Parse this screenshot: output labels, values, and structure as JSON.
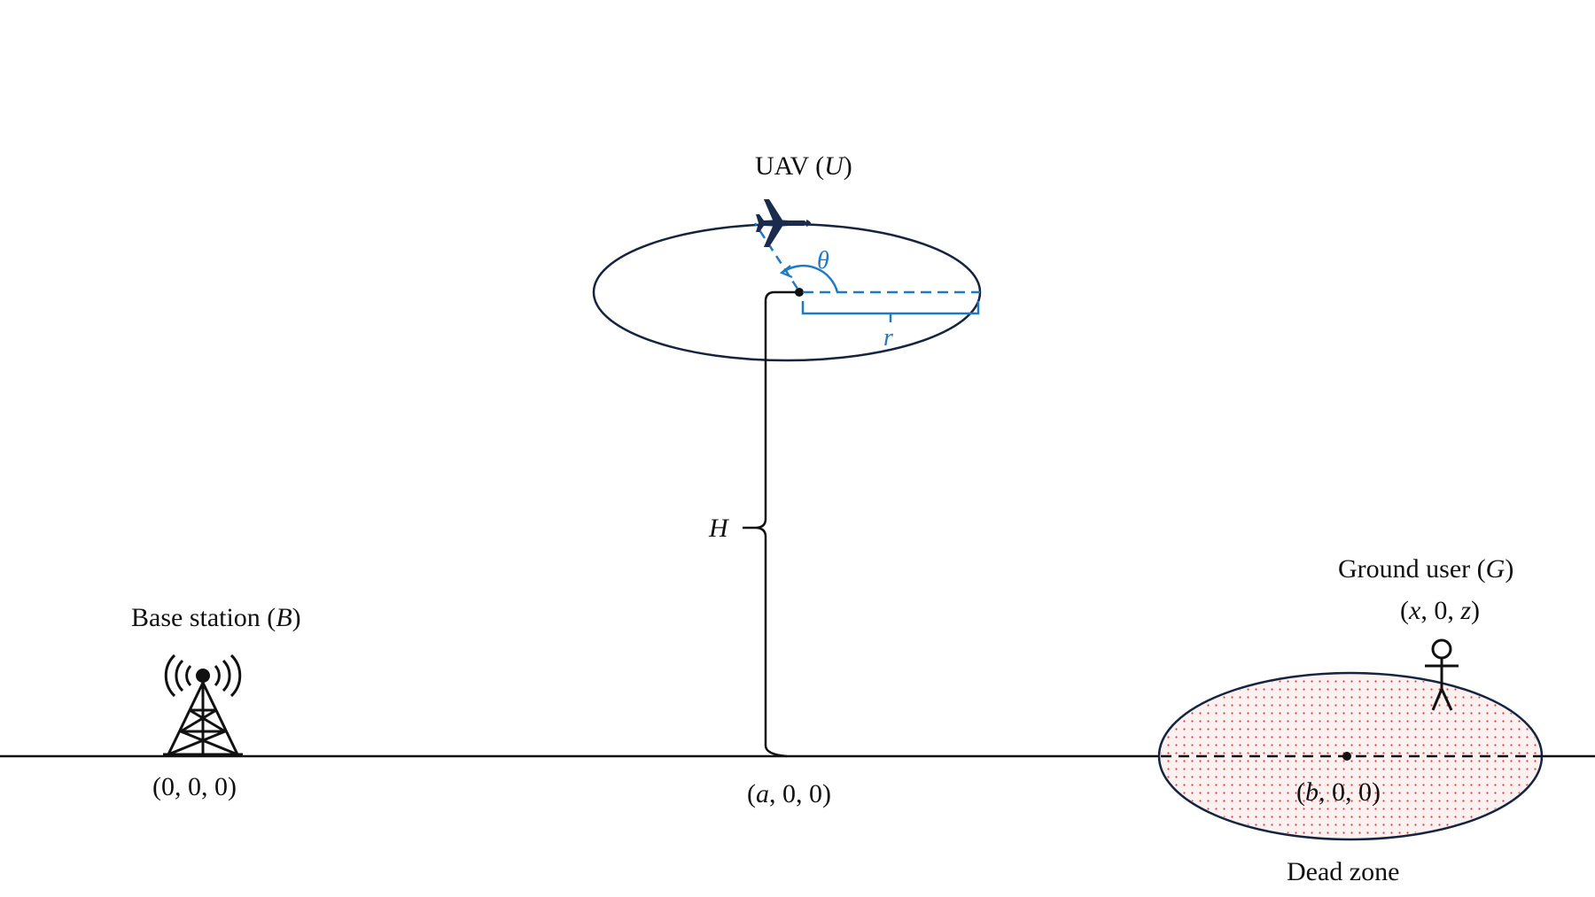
{
  "colors": {
    "ink": "#111111",
    "orbit": "#15243f",
    "accent": "#1f7ac6",
    "uav": "#1b2b4d",
    "deadzone_fill": "#fbf1f1",
    "deadzone_dots": "#e23b3b"
  },
  "icons": {
    "uav": "airplane-icon",
    "base_station": "radio-tower-icon",
    "ground_user": "person-icon"
  },
  "labels": {
    "uav": {
      "prefix": "UAV (",
      "symbol": "U",
      "suffix": ")"
    },
    "base_station": {
      "prefix": "Base station (",
      "symbol": "B",
      "suffix": ")"
    },
    "ground_user": {
      "prefix": "Ground user (",
      "symbol": "G",
      "suffix": ")"
    },
    "dead_zone": "Dead zone",
    "theta": "θ",
    "radius": "r",
    "height": "H"
  },
  "coordinates": {
    "base_station": {
      "open": "(0, 0, 0)"
    },
    "uav_center": {
      "open": "(",
      "var": "a",
      "rest": ", 0, 0)"
    },
    "dead_zone_center": {
      "open": "(",
      "var": "b",
      "rest": ", 0, 0)"
    },
    "ground_user": {
      "open": "(",
      "var1": "x",
      "mid": ", 0, ",
      "var2": "z",
      "close": ")"
    }
  }
}
